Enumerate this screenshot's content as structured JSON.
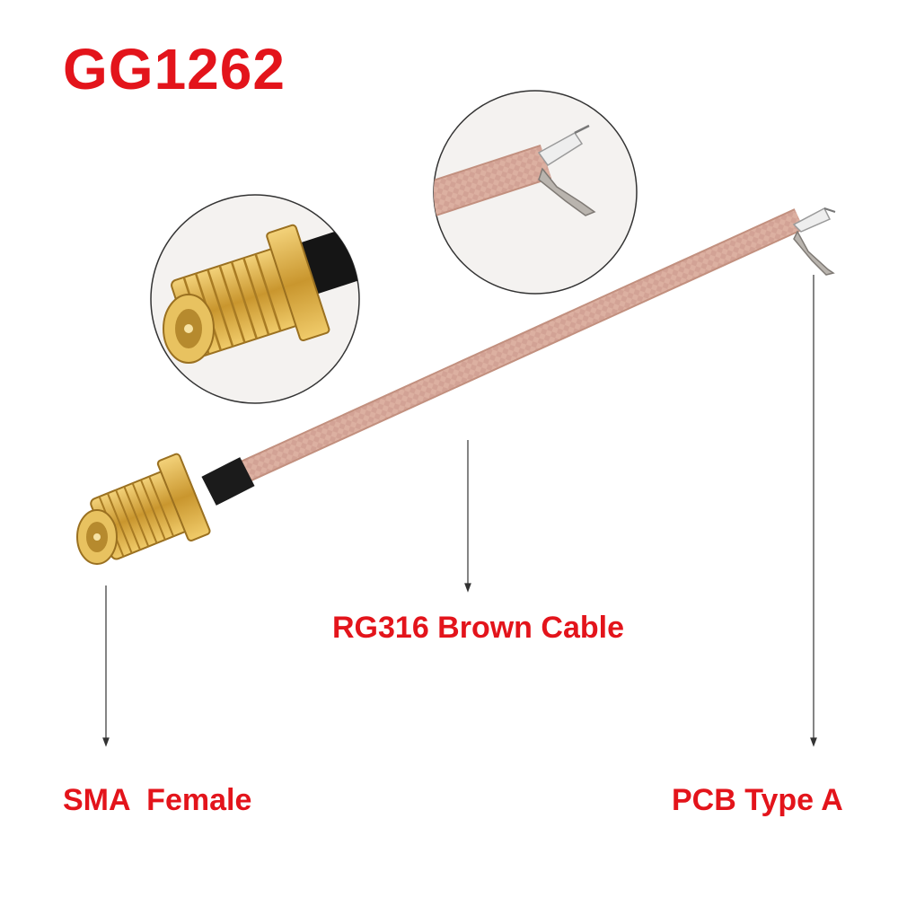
{
  "product_code": "GG1262",
  "labels": {
    "connector": "SMA  Female",
    "cable": "RG316 Brown Cable",
    "pcb_end": "PCB Type A"
  },
  "colors": {
    "label_red": "#e3141b",
    "cable_pink": "#d9aa9b",
    "gold": "#d8ad45"
  }
}
